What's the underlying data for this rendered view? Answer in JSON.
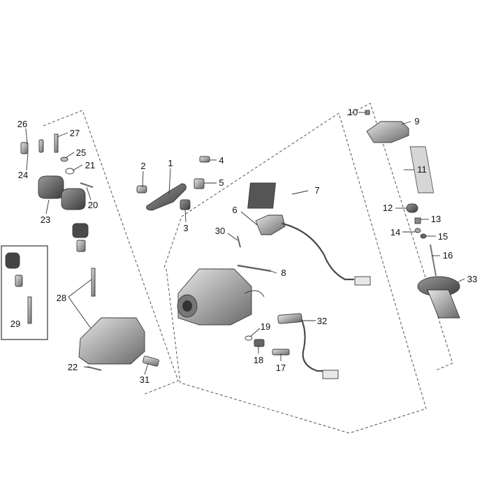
{
  "callouts": {
    "c1": "1",
    "c2": "2",
    "c3": "3",
    "c4": "4",
    "c5": "5",
    "c6": "6",
    "c7": "7",
    "c8": "8",
    "c9": "9",
    "c10": "10",
    "c11": "11",
    "c12": "12",
    "c13": "13",
    "c14": "14",
    "c15": "15",
    "c16": "16",
    "c17": "17",
    "c18": "18",
    "c19": "19",
    "c20": "20",
    "c21": "21",
    "c22": "22",
    "c23": "23",
    "c24": "24",
    "c25": "25",
    "c26": "26",
    "c27": "27",
    "c28": "28",
    "c29": "29",
    "c30": "30",
    "c31": "31",
    "c32": "32",
    "c33": "33"
  },
  "colors": {
    "line": "#333333",
    "metal_dark": "#6b6b6b",
    "metal_mid": "#9a9a9a",
    "metal_light": "#cfcfcf",
    "rubber": "#444444",
    "background": "#ffffff"
  }
}
